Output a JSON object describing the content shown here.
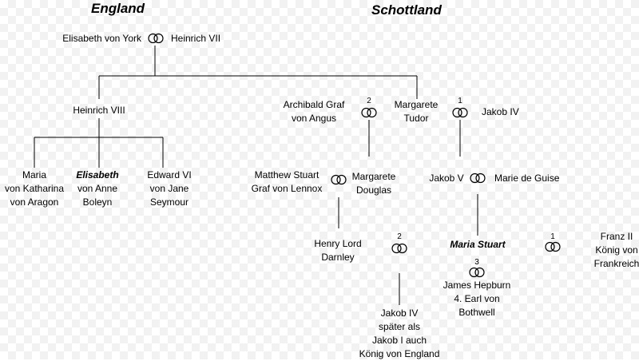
{
  "headings": {
    "england": "England",
    "schottland": "Schottland"
  },
  "persons": {
    "elisabeth_york": [
      "Elisabeth von York"
    ],
    "heinrich_vii": [
      "Heinrich VII"
    ],
    "heinrich_viii": [
      "Heinrich VIII"
    ],
    "archibald": [
      "Archibald Graf",
      "von Angus"
    ],
    "margarete_tudor": [
      "Margarete",
      "Tudor"
    ],
    "jakob_iv": [
      "Jakob IV"
    ],
    "maria_aragon": [
      "Maria",
      "von Katharina",
      "von Aragon"
    ],
    "elisabeth": [
      "Elisabeth",
      "von Anne",
      "Boleyn"
    ],
    "edward_vi": [
      "Edward VI",
      "von Jane",
      "Seymour"
    ],
    "matthew_stuart": [
      "Matthew Stuart",
      "Graf von Lennox"
    ],
    "margarete_douglas": [
      "Margarete",
      "Douglas"
    ],
    "jakob_v": [
      "Jakob V"
    ],
    "marie_guise": [
      "Marie de Guise"
    ],
    "henry_darnley": [
      "Henry Lord",
      "Darnley"
    ],
    "maria_stuart": [
      "Maria Stuart"
    ],
    "franz_ii": [
      "Franz II",
      "König von",
      "Frankreich"
    ],
    "james_hepburn": [
      "James Hepburn",
      "4. Earl von",
      "Bothwell"
    ],
    "jakob_vi": [
      "Jakob IV",
      "später als",
      "Jakob I auch",
      "König von England"
    ]
  },
  "marriage_numbers": {
    "archibald_margarete": "2",
    "margarete_jakob": "1",
    "darnley_maria": "2",
    "maria_franz": "1",
    "maria_hepburn": "3"
  },
  "colors": {
    "line": "#000000",
    "text": "#000000",
    "background": "#ffffff"
  }
}
